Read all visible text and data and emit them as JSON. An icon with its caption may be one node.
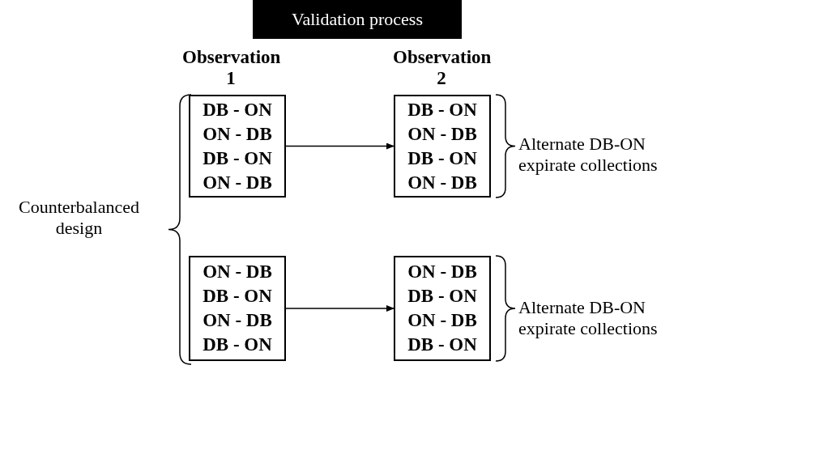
{
  "diagram": {
    "title": "Validation process",
    "nodes": [
      {
        "text": [
          "DB - ON",
          "ON - DB",
          "DB - ON",
          "ON - DB"
        ]
      },
      {
        "text": [
          "DB - ON",
          "ON - DB",
          "DB - ON",
          "ON - DB"
        ]
      },
      {
        "text": [
          "ON - DB",
          "DB - ON",
          "ON - DB",
          "DB - ON"
        ]
      },
      {
        "text": [
          "ON - DB",
          "DB - ON",
          "ON - DB",
          "DB - ON"
        ]
      }
    ],
    "edges": [
      {
        "from": 0,
        "to": 1,
        "arrow": "to"
      },
      {
        "from": 2,
        "to": 3,
        "arrow": "to"
      }
    ],
    "labels": [
      "Observation 1",
      "Observation 2",
      "Counterbalanced design",
      "Alternate DB-ON expirate collections",
      "Alternate DB-ON expirate collections"
    ]
  }
}
